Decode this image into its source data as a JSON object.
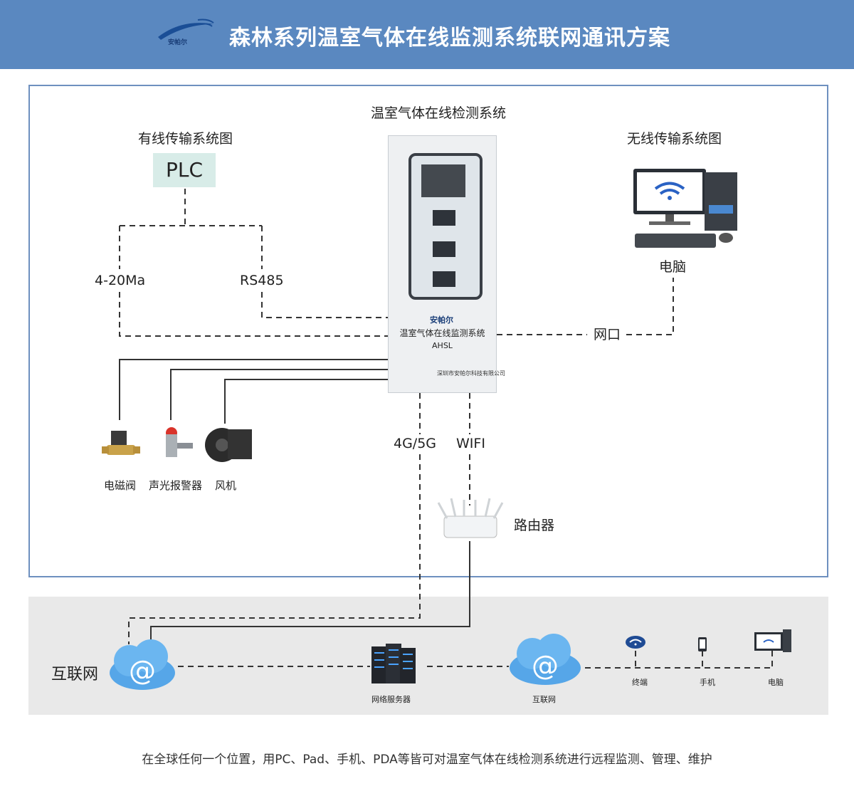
{
  "header": {
    "title": "森林系列温室气体在线监测系统联网通讯方案",
    "logo_text": "安帕尔"
  },
  "diagram": {
    "center_title": "温室气体在线检测系统",
    "wired_title": "有线传输系统图",
    "wireless_title": "无线传输系统图",
    "plc": "PLC",
    "label_4_20": "4-20Ma",
    "label_rs485": "RS485",
    "label_netport": "网口",
    "pc_label": "电脑",
    "cabinet": {
      "logo": "安帕尔",
      "name": "温室气体在线监测系统",
      "model": "AHSL",
      "company": "深圳市安帕尔科技有限公司"
    },
    "devices": [
      "电磁阀",
      "声光报警器",
      "风机"
    ],
    "label_4g5g": "4G/5G",
    "label_wifi": "WIFI",
    "router_label": "路由器",
    "internet_big": "互联网",
    "server_label": "网络服务器",
    "internet_small": "互联网",
    "endpoints": [
      "终端",
      "手机",
      "电脑"
    ]
  },
  "footer": {
    "text": "在全球任何一个位置，用PC、Pad、手机、PDA等皆可对温室气体在线检测系统进行远程监测、管理、维护"
  }
}
